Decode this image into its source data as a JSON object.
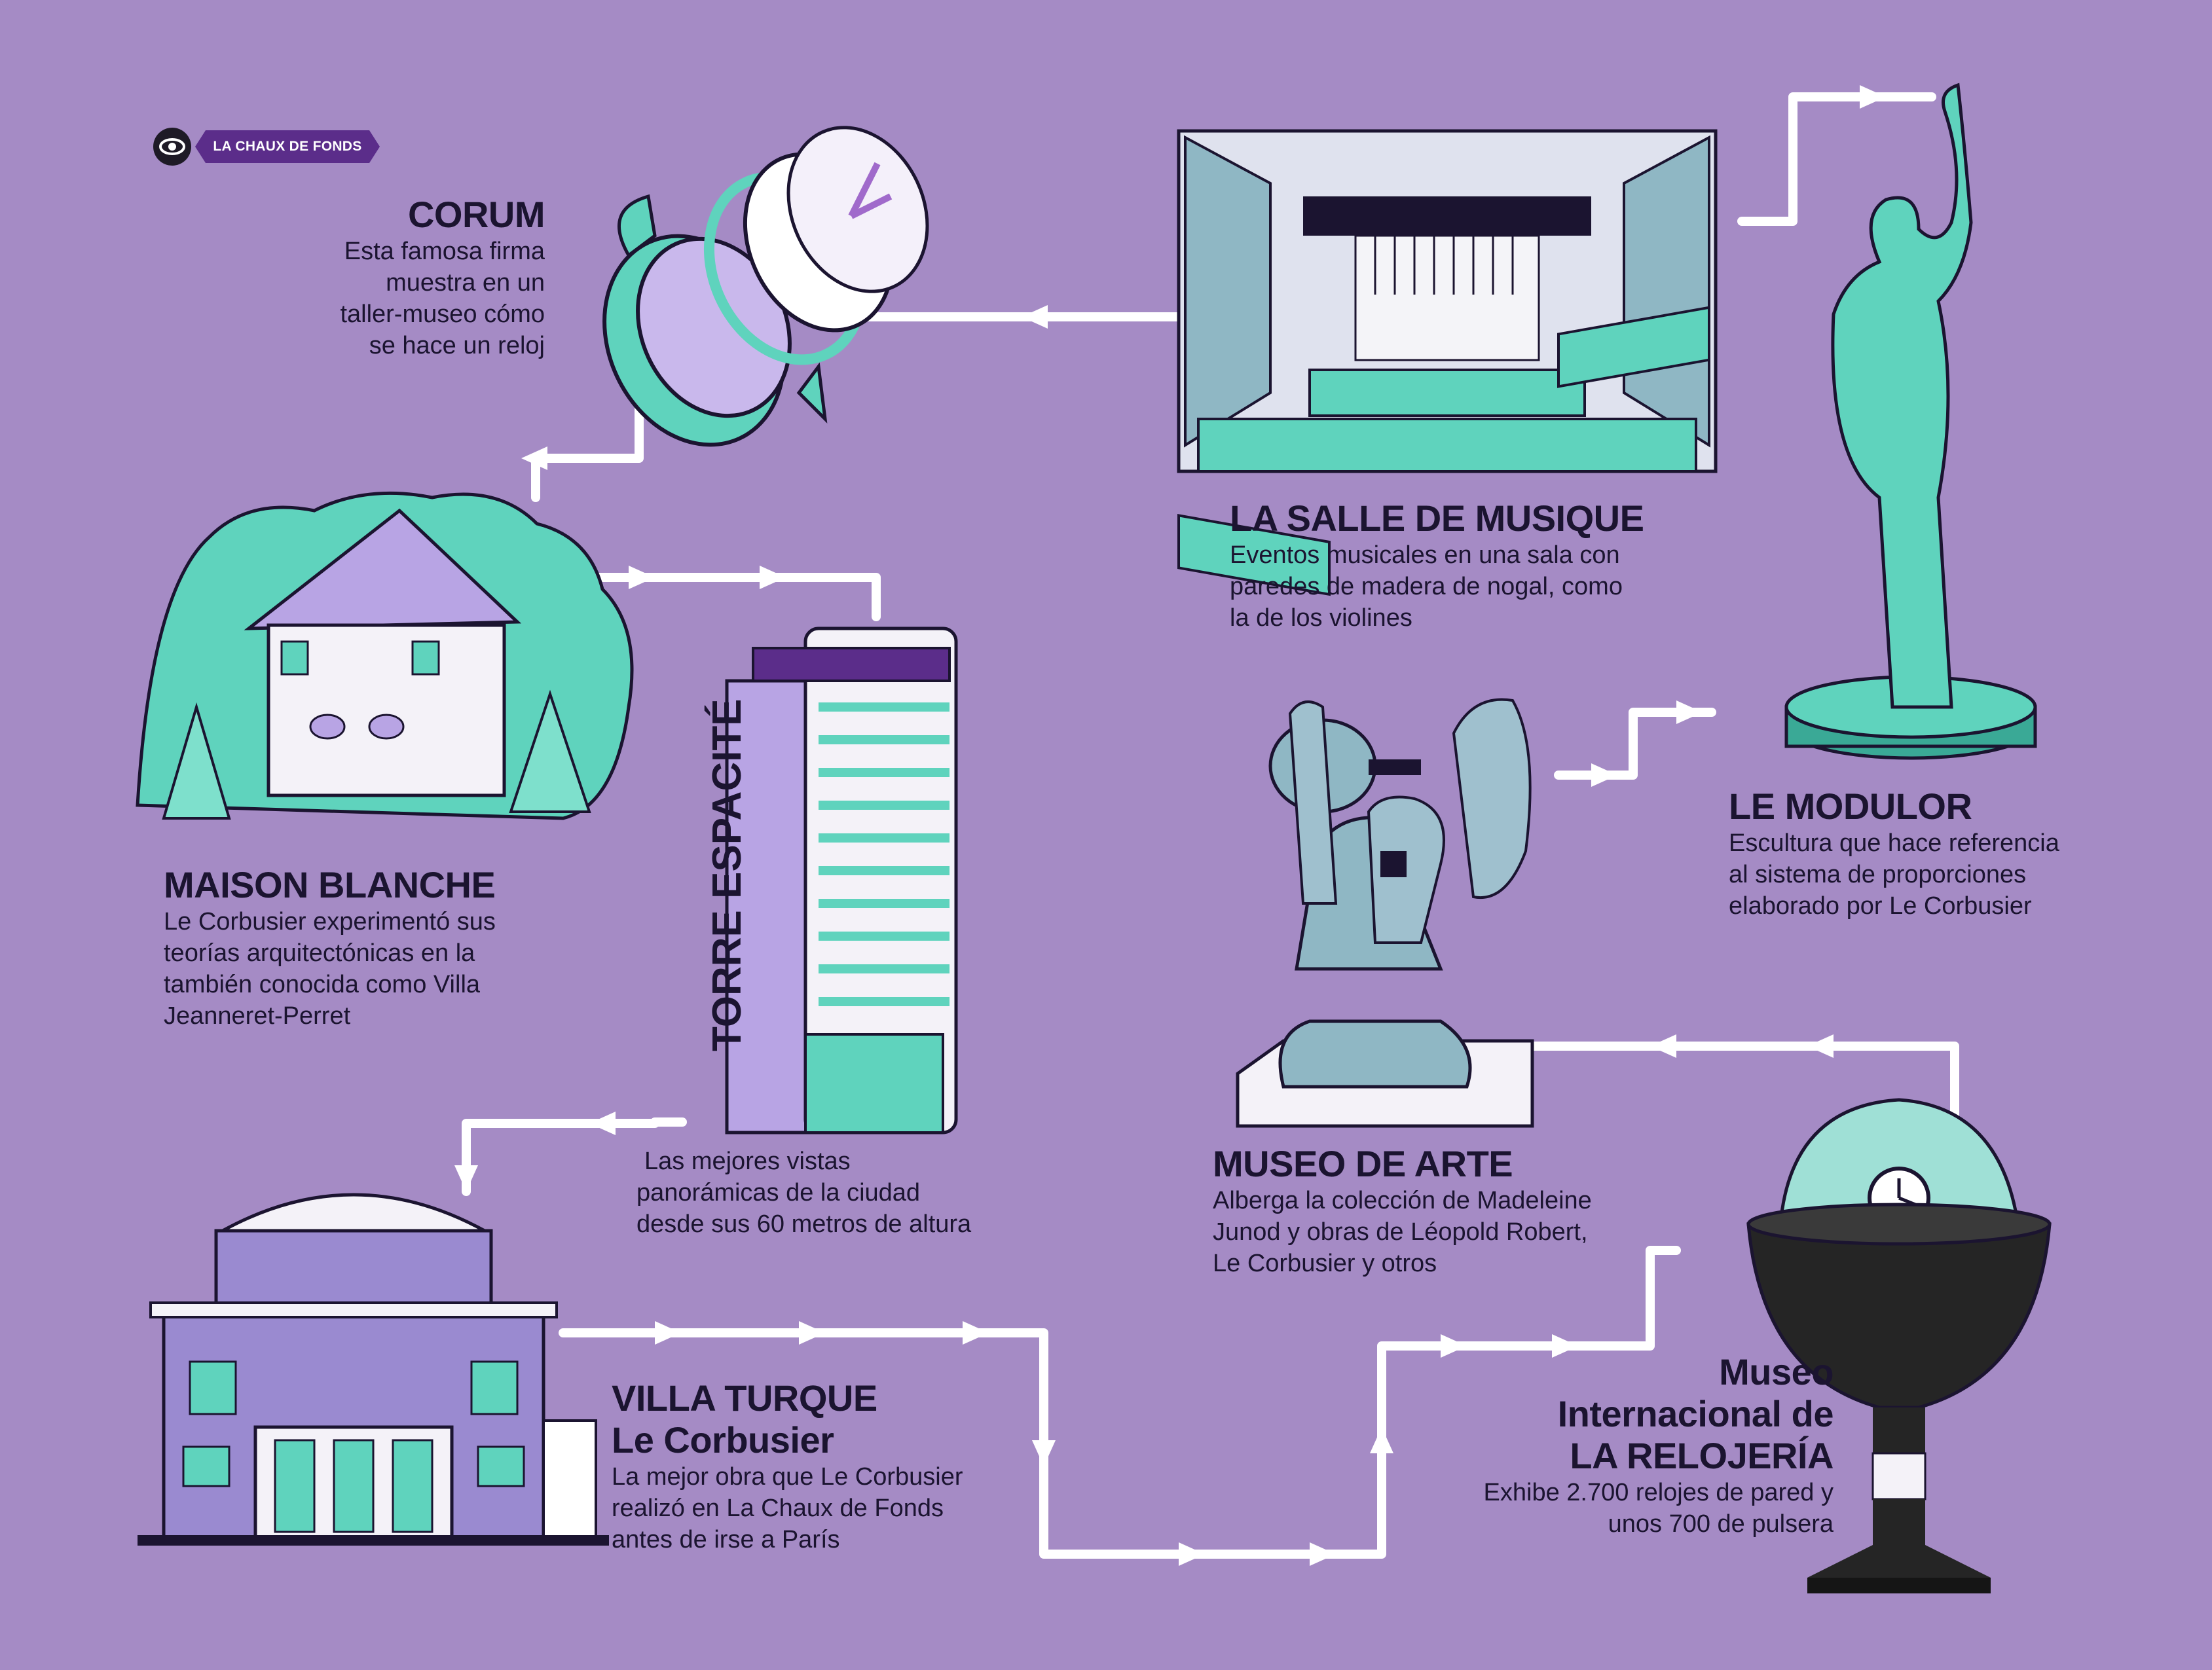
{
  "badge": {
    "icon": "eye-icon",
    "label": "LA CHAUX DE FONDS"
  },
  "colors": {
    "background": "#a58bc5",
    "path": "#ffffff",
    "teal": "#5fd3bd",
    "teal_dark": "#2f9c8c",
    "lavender": "#c9b8ec",
    "purple_dark": "#5b2d8a",
    "ink": "#1b1430"
  },
  "stops": {
    "corum": {
      "title": "CORUM",
      "lines": [
        "Esta famosa firma",
        "muestra en un",
        "taller-museo cómo",
        "se hace un reloj"
      ],
      "icon": "watch-exploded-icon"
    },
    "salle": {
      "title": "LA SALLE DE MUSIQUE",
      "lines": [
        "Eventos musicales en una sala con",
        "paredes de madera de nogal, como",
        "la de los violines"
      ],
      "icon": "concert-hall-icon"
    },
    "maison": {
      "title": "MAISON BLANCHE",
      "lines": [
        "Le Corbusier experimentó sus",
        "teorías arquitectónicas en la",
        "también conocida como Villa",
        "Jeanneret-Perret"
      ],
      "icon": "house-in-trees-icon"
    },
    "torre": {
      "title": "TORRE ESPACITÉ",
      "lines": [
        "Las mejores vistas",
        "panorámicas de la ciudad",
        "desde sus 60 metros de altura"
      ],
      "icon": "tower-icon"
    },
    "modulor": {
      "title": "LE MODULOR",
      "lines": [
        "Escultura que hace referencia",
        "al sistema de proporciones",
        "elaborado por Le Corbusier"
      ],
      "icon": "modulor-statue-icon"
    },
    "museo_arte": {
      "title": "MUSEO DE ARTE",
      "lines": [
        "Alberga la colección de Madeleine",
        "Junod y obras de Léopold Robert,",
        "Le Corbusier y otros"
      ],
      "icon": "sculpture-icon"
    },
    "villa": {
      "title_lines": [
        "VILLA TURQUE",
        "Le Corbusier"
      ],
      "lines": [
        "La mejor obra que Le Corbusier",
        "realizó en La Chaux de Fonds",
        "antes de irse a París"
      ],
      "icon": "villa-icon"
    },
    "relojeria": {
      "title_lines": [
        "Museo",
        "Internacional de",
        "LA RELOJERÍA"
      ],
      "lines": [
        "Exhibe 2.700 relojes de pared y",
        "unos 700 de pulsera"
      ],
      "icon": "clock-dome-icon"
    }
  }
}
